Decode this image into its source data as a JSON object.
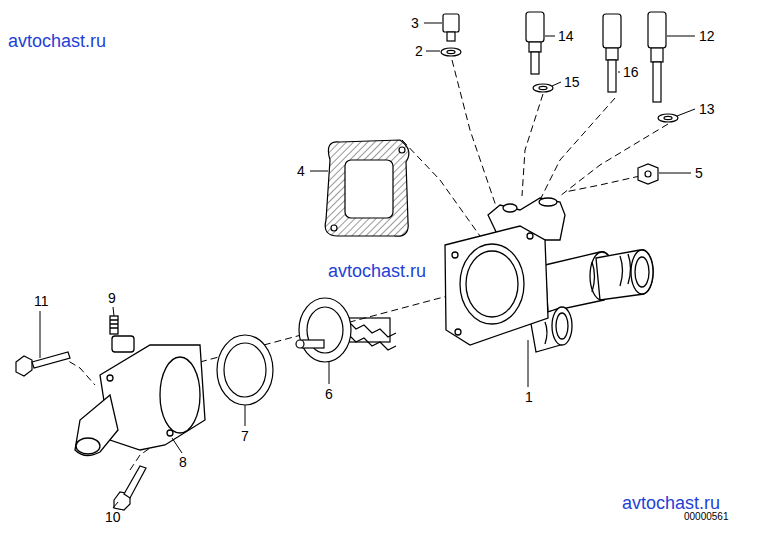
{
  "diagram": {
    "labels": [
      "avtochast.ru",
      "3",
      "14",
      "12",
      "2",
      "15",
      "16",
      "13",
      "4",
      "5",
      "avtochast.ru",
      "11",
      "9",
      "6",
      "1",
      "7",
      "8",
      "10",
      "avtochast.ru",
      "00000561"
    ]
  }
}
